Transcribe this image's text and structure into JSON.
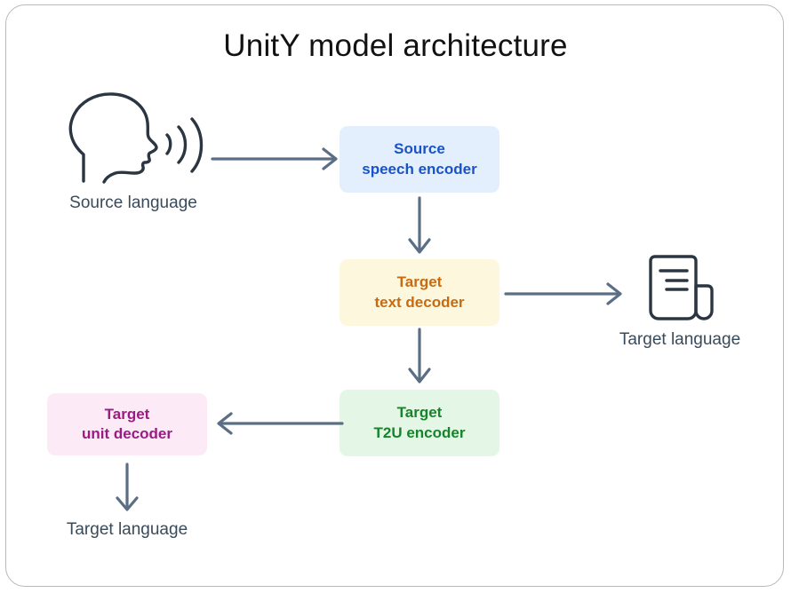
{
  "diagram": {
    "title": "UnitY model architecture",
    "border_color": "#b9b9b9",
    "background": "#ffffff",
    "arrow_color": "#5a6f86",
    "label_color": "#394a5a"
  },
  "nodes": [
    {
      "id": "source-speech-encoder",
      "line1": "Source",
      "line2": "speech encoder",
      "fill": "#e3effc",
      "text_color": "#1a53c8"
    },
    {
      "id": "target-text-decoder",
      "line1": "Target",
      "line2": "text decoder",
      "fill": "#fdf8dd",
      "text_color": "#c86a12"
    },
    {
      "id": "target-t2u-encoder",
      "line1": "Target",
      "line2": "T2U encoder",
      "fill": "#e4f7e6",
      "text_color": "#17832c"
    },
    {
      "id": "target-unit-decoder",
      "line1": "Target",
      "line2": "unit decoder",
      "fill": "#fceaf6",
      "text_color": "#9c1b82"
    }
  ],
  "labels": {
    "source_language": "Source language",
    "target_language_text": "Target language",
    "target_language_speech": "Target language"
  },
  "icons": {
    "speaking_head": "speaking-head-icon",
    "document": "document-icon"
  },
  "arrows": [
    {
      "id": "head-to-encoder",
      "direction": "right"
    },
    {
      "id": "encoder-to-text-decoder",
      "direction": "down"
    },
    {
      "id": "text-decoder-to-document",
      "direction": "right"
    },
    {
      "id": "text-decoder-to-t2u-encoder",
      "direction": "down"
    },
    {
      "id": "t2u-encoder-to-unit-decoder",
      "direction": "left"
    },
    {
      "id": "unit-decoder-to-output",
      "direction": "down"
    }
  ]
}
